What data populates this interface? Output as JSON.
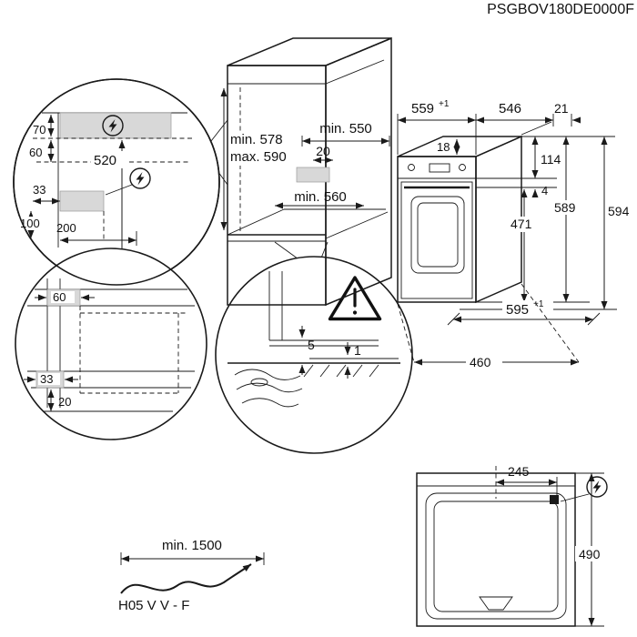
{
  "model_code": "PSGBOV180DE0000F",
  "colors": {
    "line": "#1a1a1a",
    "zone_fill": "#d8d8d8",
    "background": "#ffffff"
  },
  "icons": {
    "power_connection": "circled-lightning-bolt",
    "warning": "triangle-exclamation"
  },
  "cabinet": {
    "height_min": "min. 578",
    "height_max": "max. 590",
    "depth_top": "min. 550",
    "gap_20": "20",
    "depth_bottom": "min. 560"
  },
  "socket_zone": {
    "dim_70": "70",
    "dim_60": "60",
    "dim_520": "520",
    "dim_33": "33",
    "dim_100": "100",
    "dim_200": "200"
  },
  "base_zone": {
    "dim_60": "60",
    "dim_33": "33",
    "dim_20": "20"
  },
  "floor": {
    "dim_5": "5",
    "dim_1": "1"
  },
  "oven": {
    "width_559": "559",
    "tol_559": "+1",
    "depth_546": "546",
    "dim_21": "21",
    "dim_18": "18",
    "dim_114": "114",
    "dim_4": "4",
    "dim_471": "471",
    "height_589": "589",
    "height_594": "594",
    "width_595": "595",
    "tol_595": "+1",
    "dim_460": "460"
  },
  "top_view": {
    "dim_245": "245",
    "dim_490": "490"
  },
  "cable": {
    "length": "min. 1500",
    "type": "H05 V V - F"
  }
}
